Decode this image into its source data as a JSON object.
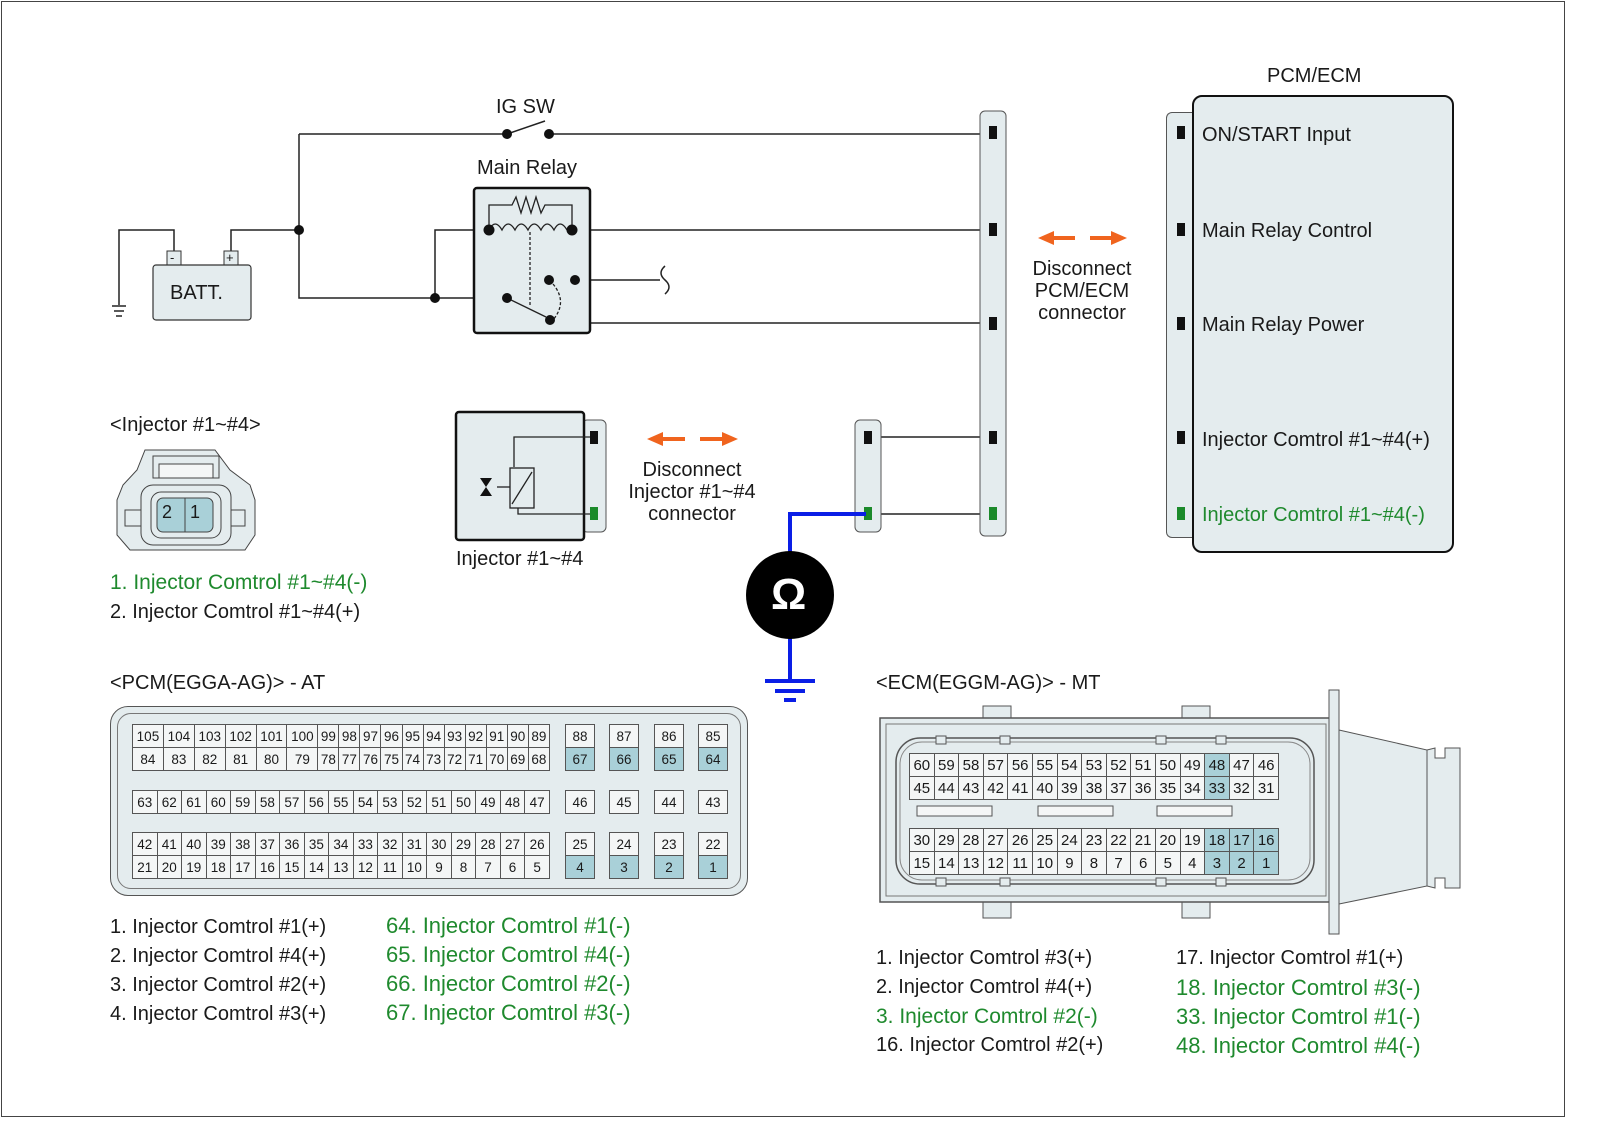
{
  "diagram": {
    "ig_switch_label": "IG SW",
    "main_relay_label": "Main Relay",
    "battery_label": "BATT.",
    "battery_neg": "-",
    "battery_pos": "+",
    "pcm_ecm_title": "PCM/ECM",
    "pcm_pins": [
      {
        "label": "ON/START Input",
        "highlight": false
      },
      {
        "label": "Main Relay Control",
        "highlight": false
      },
      {
        "label": "Main Relay Power",
        "highlight": false
      },
      {
        "label": "Injector Comtrol #1~#4(+)",
        "highlight": false
      },
      {
        "label": "Injector Comtrol #1~#4(-)",
        "highlight": true
      }
    ],
    "disconnect_pcm": [
      "Disconnect",
      "PCM/ECM",
      "connector"
    ],
    "disconnect_injector": [
      "Disconnect",
      "Injector #1~#4",
      "connector"
    ],
    "injector_label": "Injector #1~#4",
    "ohmmeter_symbol": "Ω",
    "colors": {
      "highlight_text": "#1f8a2e",
      "probe_wire": "#0a1ee6",
      "disconnect_arrow": "#f0641e",
      "pin_highlight": "#a9d0d8",
      "component_fill": "#e4ecee"
    }
  },
  "injector_connector": {
    "title": "<Injector #1~#4>",
    "pins_display": [
      "2",
      "1"
    ],
    "pin_list": [
      {
        "text": "1. Injector Comtrol #1~#4(-)",
        "highlight": true
      },
      {
        "text": "2. Injector Comtrol #1~#4(+)",
        "highlight": false
      }
    ]
  },
  "pcm_connector": {
    "title": "<PCM(EGGA-AG)> - AT",
    "main_rows": [
      [
        "105",
        "104",
        "103",
        "102",
        "101",
        "100",
        "99",
        "98",
        "97",
        "96",
        "95",
        "94",
        "93",
        "92",
        "91",
        "90",
        "89"
      ],
      [
        "84",
        "83",
        "82",
        "81",
        "80",
        "79",
        "78",
        "77",
        "76",
        "75",
        "74",
        "73",
        "72",
        "71",
        "70",
        "69",
        "68"
      ],
      [
        "63",
        "62",
        "61",
        "60",
        "59",
        "58",
        "57",
        "56",
        "55",
        "54",
        "53",
        "52",
        "51",
        "50",
        "49",
        "48",
        "47"
      ],
      [
        "42",
        "41",
        "40",
        "39",
        "38",
        "37",
        "36",
        "35",
        "34",
        "33",
        "32",
        "31",
        "30",
        "29",
        "28",
        "27",
        "26"
      ],
      [
        "21",
        "20",
        "19",
        "18",
        "17",
        "16",
        "15",
        "14",
        "13",
        "12",
        "11",
        "10",
        "9",
        "8",
        "7",
        "6",
        "5"
      ]
    ],
    "side_top": [
      [
        "88",
        "67"
      ],
      [
        "87",
        "66"
      ],
      [
        "86",
        "65"
      ],
      [
        "85",
        "64"
      ]
    ],
    "side_mid": [
      "46",
      "45",
      "44",
      "43"
    ],
    "side_bot": [
      [
        "25",
        "4"
      ],
      [
        "24",
        "3"
      ],
      [
        "23",
        "2"
      ],
      [
        "22",
        "1"
      ]
    ],
    "highlighted_pins": [
      "67",
      "66",
      "65",
      "64",
      "4",
      "3",
      "2",
      "1"
    ],
    "pin_list_left": [
      {
        "text": "1. Injector Comtrol #1(+)",
        "highlight": false
      },
      {
        "text": "2. Injector Comtrol #4(+)",
        "highlight": false
      },
      {
        "text": "3. Injector Comtrol #2(+)",
        "highlight": false
      },
      {
        "text": "4. Injector Comtrol #3(+)",
        "highlight": false
      }
    ],
    "pin_list_right": [
      {
        "text": "64. Injector Comtrol #1(-)",
        "highlight": true
      },
      {
        "text": "65. Injector Comtrol #4(-)",
        "highlight": true
      },
      {
        "text": "66. Injector Comtrol #2(-)",
        "highlight": true
      },
      {
        "text": "67. Injector Comtrol #3(-)",
        "highlight": true
      }
    ]
  },
  "ecm_connector": {
    "title": "<ECM(EGGM-AG)> - MT",
    "rows": [
      [
        "60",
        "59",
        "58",
        "57",
        "56",
        "55",
        "54",
        "53",
        "52",
        "51",
        "50",
        "49",
        "48",
        "47",
        "46"
      ],
      [
        "45",
        "44",
        "43",
        "42",
        "41",
        "40",
        "39",
        "38",
        "37",
        "36",
        "35",
        "34",
        "33",
        "32",
        "31"
      ],
      [
        "30",
        "29",
        "28",
        "27",
        "26",
        "25",
        "24",
        "23",
        "22",
        "21",
        "20",
        "19",
        "18",
        "17",
        "16"
      ],
      [
        "15",
        "14",
        "13",
        "12",
        "11",
        "10",
        "9",
        "8",
        "7",
        "6",
        "5",
        "4",
        "3",
        "2",
        "1"
      ]
    ],
    "highlighted_pins": [
      "48",
      "33",
      "18",
      "17",
      "16",
      "3",
      "2",
      "1"
    ],
    "pin_list_left": [
      {
        "text": "1. Injector Comtrol #3(+)",
        "highlight": false
      },
      {
        "text": "2. Injector Comtrol #4(+)",
        "highlight": false
      },
      {
        "text": "3. Injector Comtrol #2(-)",
        "highlight": true
      },
      {
        "text": "16. Injector Comtrol #2(+)",
        "highlight": false
      }
    ],
    "pin_list_right": [
      {
        "text": "17. Injector Comtrol #1(+)",
        "highlight": false
      },
      {
        "text": "18. Injector Comtrol #3(-)",
        "highlight": true
      },
      {
        "text": "33. Injector Comtrol #1(-)",
        "highlight": true
      },
      {
        "text": "48. Injector Comtrol #4(-)",
        "highlight": true
      }
    ]
  }
}
